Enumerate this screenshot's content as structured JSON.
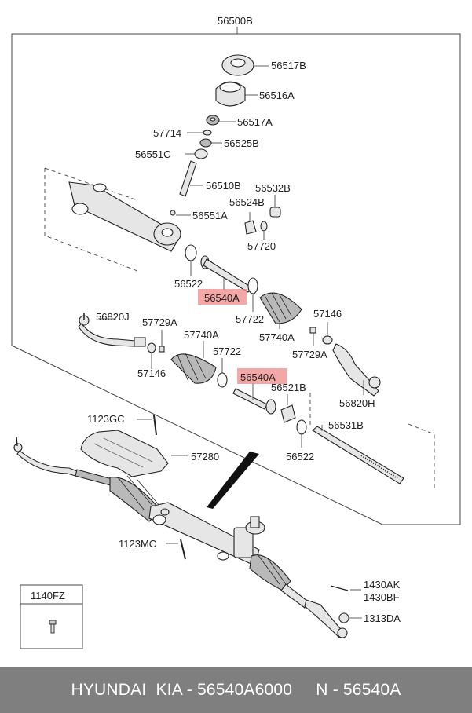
{
  "assembly_label": "56500B",
  "parts": {
    "p56517B": "56517B",
    "p56516A": "56516A",
    "p56517A": "56517A",
    "p57714": "57714",
    "p56525B": "56525B",
    "p56551C": "56551C",
    "p56510B": "56510B",
    "p56532B": "56532B",
    "p56524B": "56524B",
    "p56551A": "56551A",
    "p57720": "57720",
    "p56522_top": "56522",
    "p56540A_top": "56540A",
    "p57722_top": "57722",
    "p57740A_right": "57740A",
    "p57146_right": "57146",
    "p57729A_right": "57729A",
    "p56820J": "56820J",
    "p57729A_left": "57729A",
    "p57740A_left": "57740A",
    "p57722_left": "57722",
    "p57146_left": "57146",
    "p56540A_mid": "56540A",
    "p56521B": "56521B",
    "p56820H": "56820H",
    "p56531B": "56531B",
    "p56522_bottom": "56522",
    "p1123GC": "1123GC",
    "p57280": "57280",
    "p1123MC": "1123MC",
    "p1430AK": "1430AK",
    "p1430BF": "1430BF",
    "p1313DA": "1313DA"
  },
  "inset_label": "1140FZ",
  "highlight_color": "#f08a8a",
  "footer_text": "HYUNDAI  KIA - 56540A6000     N - 56540A"
}
